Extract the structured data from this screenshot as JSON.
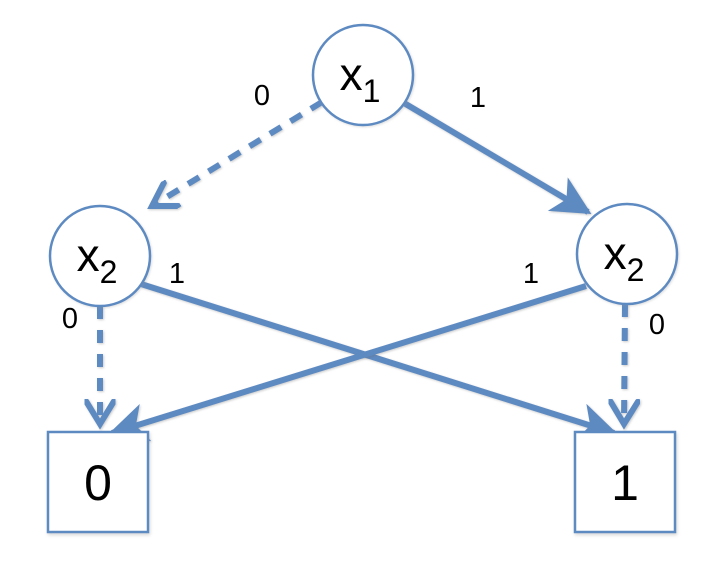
{
  "colors": {
    "accent": "#5e8ac2",
    "node_fill": "#ffffff",
    "text": "#000000",
    "background": "#ffffff"
  },
  "nodes": {
    "root": {
      "var": "x",
      "sub": "1"
    },
    "left": {
      "var": "x",
      "sub": "2"
    },
    "right": {
      "var": "x",
      "sub": "2"
    }
  },
  "terminals": {
    "left": {
      "value": "0"
    },
    "right": {
      "value": "1"
    }
  },
  "edges": {
    "root_low": {
      "label": "0",
      "style": "dashed",
      "from": "root",
      "to": "left"
    },
    "root_high": {
      "label": "1",
      "style": "solid",
      "from": "root",
      "to": "right"
    },
    "left_low": {
      "label": "0",
      "style": "dashed",
      "from": "left",
      "to": "terminal_left"
    },
    "left_high": {
      "label": "1",
      "style": "solid",
      "from": "left",
      "to": "terminal_right"
    },
    "right_low": {
      "label": "0",
      "style": "dashed",
      "from": "right",
      "to": "terminal_right"
    },
    "right_high": {
      "label": "1",
      "style": "solid",
      "from": "right",
      "to": "terminal_left"
    }
  }
}
